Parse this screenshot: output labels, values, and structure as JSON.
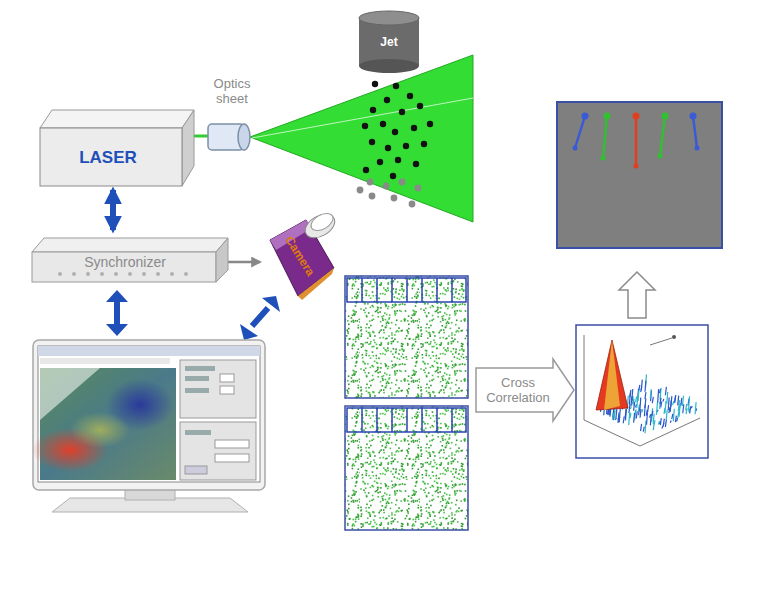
{
  "diagram": {
    "nodes": [
      {
        "text": [
          "Jet"
        ]
      },
      {
        "text": [
          "LASER"
        ]
      },
      {
        "text": [
          "Synchronizer"
        ]
      },
      {
        "text": [
          "Camera"
        ]
      },
      {
        "text": [
          "Cross Correlation"
        ]
      }
    ],
    "edges": [
      {
        "from": 1,
        "to": 2,
        "arrow": "both"
      },
      {
        "from": 2,
        "to": 3,
        "arrow": "both"
      }
    ],
    "labels": [
      "Optics sheet"
    ]
  }
}
